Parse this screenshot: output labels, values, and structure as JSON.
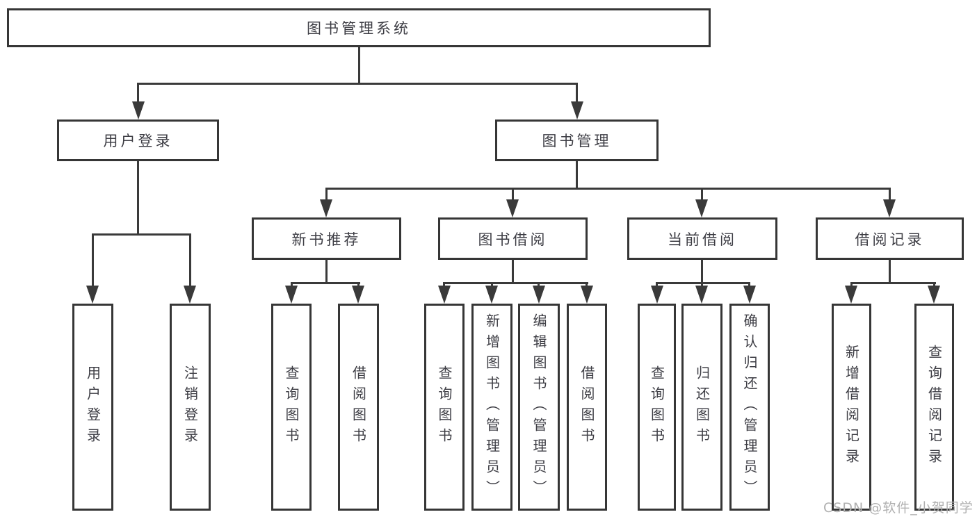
{
  "diagram": {
    "root": {
      "label": "图书管理系统"
    },
    "branches": [
      {
        "label": "用户登录",
        "children": [
          {
            "label": "用户登录"
          },
          {
            "label": "注销登录"
          }
        ]
      },
      {
        "label": "图书管理",
        "children": [
          {
            "label": "新书推荐",
            "children": [
              {
                "label": "查询图书"
              },
              {
                "label": "借阅图书"
              }
            ]
          },
          {
            "label": "图书借阅",
            "children": [
              {
                "label": "查询图书"
              },
              {
                "label": "新增图书（管理员）"
              },
              {
                "label": "编辑图书（管理员）"
              },
              {
                "label": "借阅图书"
              }
            ]
          },
          {
            "label": "当前借阅",
            "children": [
              {
                "label": "查询图书"
              },
              {
                "label": "归还图书"
              },
              {
                "label": "确认归还（管理员）"
              }
            ]
          },
          {
            "label": "借阅记录",
            "children": [
              {
                "label": "新增借阅记录"
              },
              {
                "label": "查询借阅记录"
              }
            ]
          }
        ]
      }
    ]
  },
  "watermark": {
    "text": "CSDN @软件_小贺同学"
  },
  "colors": {
    "background": "#ffffff",
    "box_border": "#363636",
    "connector_line": "#3a3a3a",
    "text": "#3d3d44",
    "watermark_text": "#b0b0b0"
  }
}
